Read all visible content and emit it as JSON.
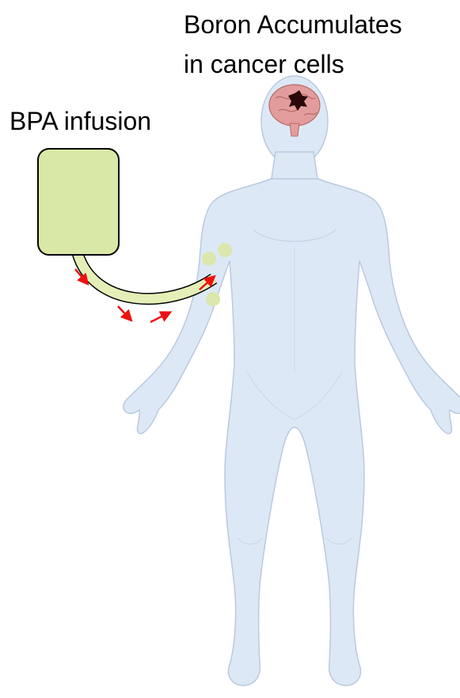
{
  "labels": {
    "boron_line1": "Boron Accumulates",
    "boron_line2": "in cancer cells",
    "bpa": "BPA infusion"
  },
  "colors": {
    "body_fill": "#dde8f6",
    "body_stroke": "#b9c9de",
    "bag_fill": "#d9e8a6",
    "bag_stroke": "#000000",
    "tube_fill": "#e4efb8",
    "arrow": "#ee1111",
    "brain": "#e39c9c",
    "tumor": "#2a0808",
    "dots": "#dbe7ad"
  },
  "icons": [
    "human-body-icon",
    "brain-icon",
    "infusion-bag-icon",
    "tube-icon",
    "flow-arrow-icon"
  ]
}
